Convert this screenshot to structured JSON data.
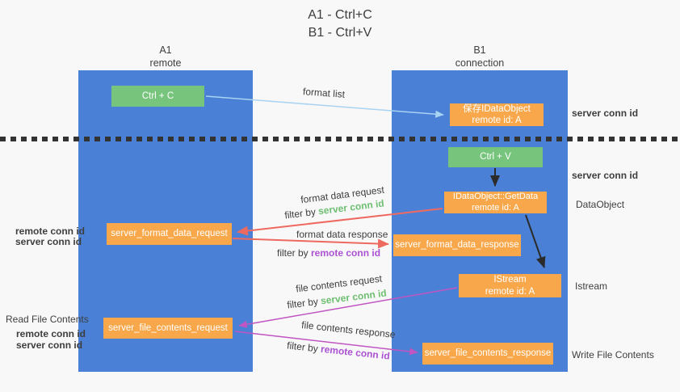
{
  "title": {
    "line1": "A1 - Ctrl+C",
    "line2": "B1 - Ctrl+V"
  },
  "columns": {
    "a1": {
      "name": "A1",
      "role": "remote"
    },
    "b1": {
      "name": "B1",
      "role": "connection"
    }
  },
  "boxes": {
    "ctrl_c": "Ctrl + C",
    "ctrl_v": "Ctrl + V",
    "save_idataobject": {
      "line1": "保存IDataObject",
      "line2": "remote id: A"
    },
    "getdata": {
      "line1": "IDataObject::GetData",
      "line2": "remote id: A"
    },
    "istream": {
      "line1": "IStream",
      "line2": "remote id: A"
    },
    "server_format_data_request": "server_format_data_request",
    "server_format_data_response": "server_format_data_response",
    "server_file_contents_request": "server_file_contents_request",
    "server_file_contents_response": "server_file_contents_response"
  },
  "arrow_labels": {
    "format_list": "format list",
    "format_data_request": "format data request",
    "format_data_response": "format data response",
    "file_contents_request": "file contents request",
    "file_contents_response": "file contents response",
    "filter_by": "filter by ",
    "server_conn_id": "server conn id",
    "remote_conn_id": "remote conn id"
  },
  "side_labels": {
    "server_conn_id_top": "server conn id",
    "server_conn_id_mid": "server conn id",
    "dataobject": "DataObject",
    "istream": "Istream",
    "write_file_contents": "Write File Contents",
    "read_file_contents": "Read File Contents",
    "remote_conn_id": "remote conn id",
    "server_conn_id": "server conn id"
  },
  "colors": {
    "bg": "#f8f8f8",
    "column-blue": "#4a80d6",
    "box-green": "#77c47c",
    "box-orange": "#f8a84b",
    "green-text": "#6fbf72",
    "purple-text": "#ab51d2",
    "red-arrow": "#ee6a60",
    "magenta-arrow": "#c155c1",
    "lightblue-arrow": "#a9d3f2",
    "ink": "#3e3e3e",
    "dot": "#333333"
  }
}
